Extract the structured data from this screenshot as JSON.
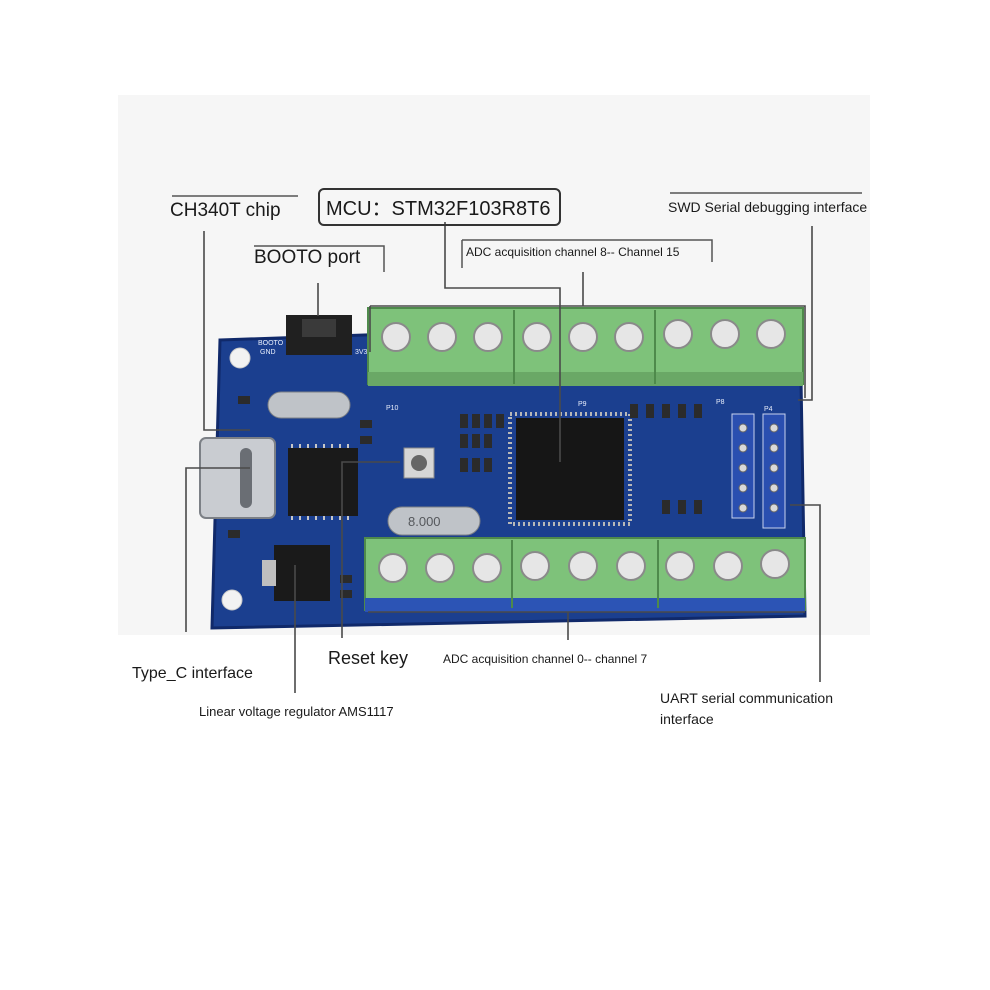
{
  "labels": {
    "ch340": "CH340T chip",
    "mcu": "MCU：STM32F103R8T6",
    "swd": "SWD Serial debugging interface",
    "adc_high": "ADC acquisition channel 8-- Channel 15",
    "booto": "BOOTO port",
    "reset": "Reset key",
    "adc_low": "ADC acquisition channel 0-- channel 7",
    "typec": "Type_C interface",
    "uart_line1": "UART serial communication",
    "uart_line2": "interface",
    "ldo": "Linear voltage regulator AMS1117"
  },
  "board": {
    "crystal_marking": "8.000",
    "header_p10": "P10",
    "header_p9": "P9",
    "header_p8": "P8",
    "header_p4": "P4",
    "booto_silk": "BOOTO",
    "gnd_silk": "GND",
    "v3_silk": "3V3"
  },
  "colors": {
    "pcb": "#1b3f8f",
    "terminal": "#7ec27a",
    "chip": "#1a1a1a",
    "leader": "#4a4a4a"
  }
}
